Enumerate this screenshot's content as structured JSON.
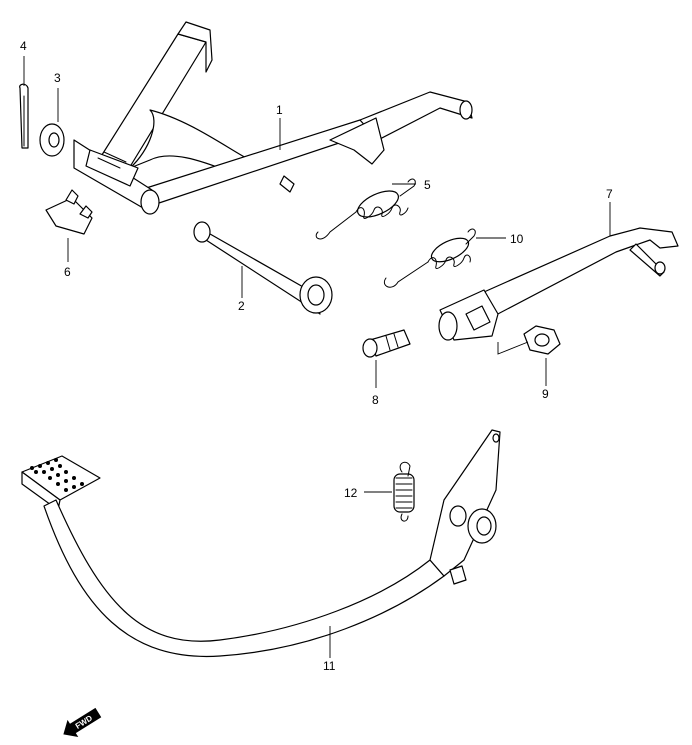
{
  "callouts": {
    "c1": "1",
    "c2": "2",
    "c3": "3",
    "c4": "4",
    "c5": "5",
    "c6": "6",
    "c7": "7",
    "c8": "8",
    "c9": "9",
    "c10": "10",
    "c11": "11",
    "c12": "12"
  },
  "fwd_label": "FWD",
  "colors": {
    "line": "#000000",
    "background": "#ffffff"
  }
}
